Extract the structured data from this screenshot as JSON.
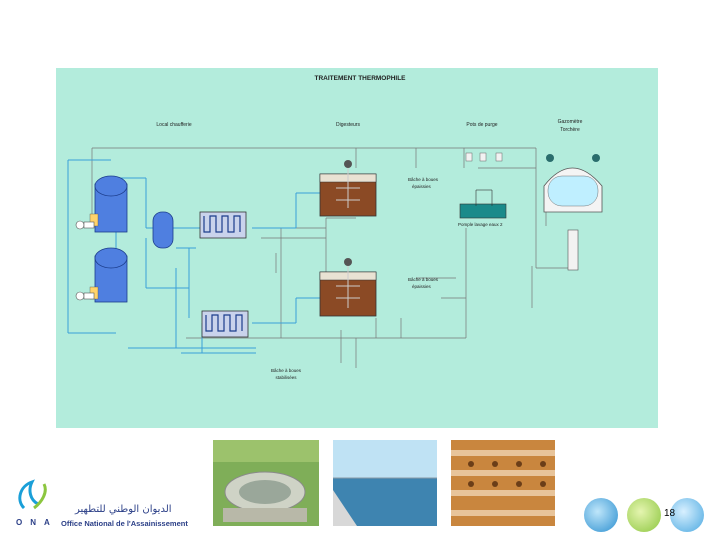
{
  "diagram": {
    "title": "TRAITEMENT THERMOPHILE",
    "sections": {
      "boiler_room": "Local chaufferie",
      "digesters": "Digesteurs",
      "gas_cans": "Pots de purge",
      "gasometer_line1": "Gazomètre",
      "gasometer_line2": "Torchère"
    },
    "labels": {
      "purified_sludge_tank_top_line1": "Bâche à boues",
      "purified_sludge_tank_top_line2": "épaissies",
      "purified_sludge_tank_bottom_line1": "Bâche à boues",
      "purified_sludge_tank_bottom_line2": "épaissies",
      "pump_label": "Pomple lavage eaux 2",
      "stabilized_sludge_line1": "Bâche à boues",
      "stabilized_sludge_line2": "stabilisées"
    },
    "colors": {
      "background": "#b3ecdc",
      "boiler": "#4f7fe0",
      "digester_sludge": "#8b4a25",
      "pipe_blue": "#3aa0d8",
      "pipe_gray": "#777777"
    }
  },
  "footer": {
    "org_arabic": "الديوان الوطني للتطهير",
    "org_french": "Office National de l'Assainissement",
    "ona_letters": "ONA",
    "page_number": "18"
  },
  "photos": [
    {
      "name": "treatment-basin-photo"
    },
    {
      "name": "water-channel-photo"
    },
    {
      "name": "weir-photo"
    }
  ]
}
